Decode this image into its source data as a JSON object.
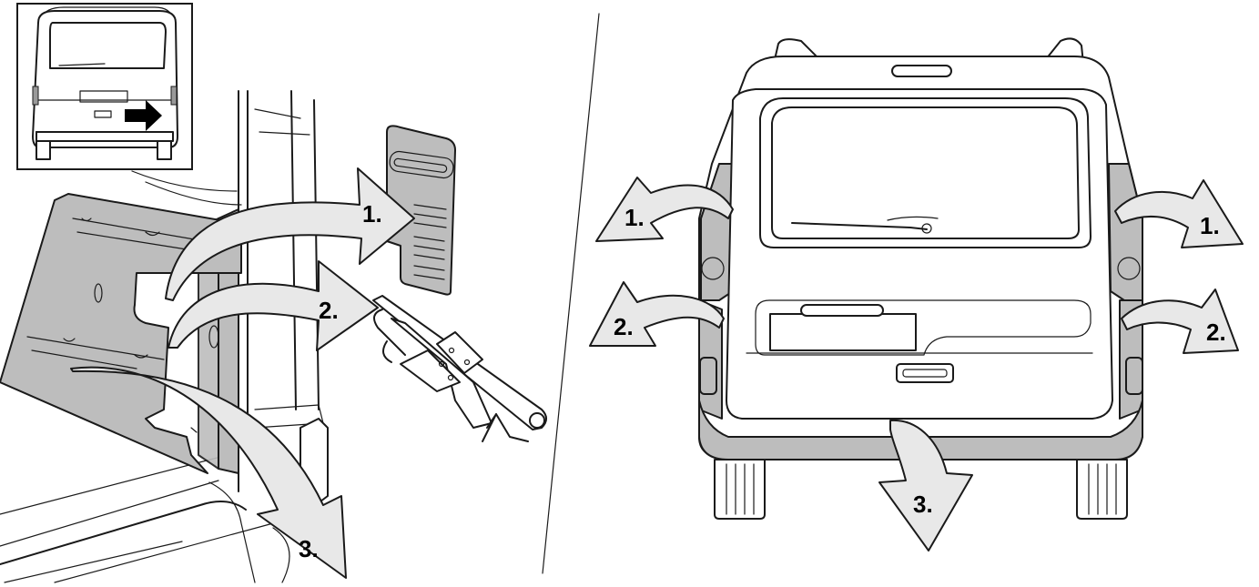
{
  "left_panel": {
    "steps": [
      "1.",
      "2.",
      "3."
    ]
  },
  "right_panel": {
    "steps_left": [
      "1.",
      "2."
    ],
    "steps_right": [
      "1.",
      "2."
    ],
    "step_bottom": "3."
  },
  "colors": {
    "panel_grey": "#bdbdbd",
    "arrow_fill": "#e8e8e8",
    "outline": "#1a1a1a",
    "indicator_arrow": "#000000"
  },
  "icons": [
    "van-rear-inset",
    "side-panel-cover",
    "jack-and-crank",
    "removal-arrow"
  ]
}
